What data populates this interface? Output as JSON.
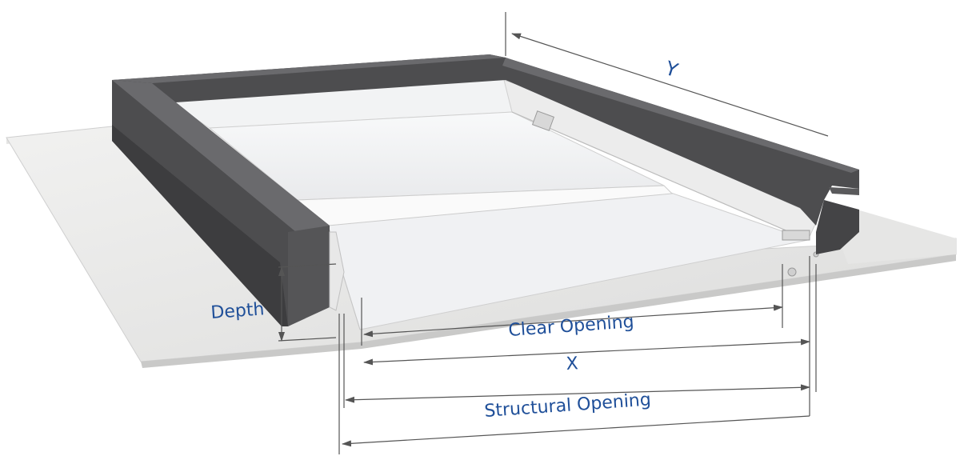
{
  "colors": {
    "frame": "#4d4d4f",
    "frame_light": "#6a6a6d",
    "frame_dark": "#39393b",
    "slab": "#e9e9e8",
    "panel": "#f5f6f7",
    "dimension_text": "#1f4f99",
    "dimension_line": "#555555"
  },
  "labels": {
    "y": "Y",
    "depth": "Depth",
    "clear_opening": "Clear Opening",
    "x": "X",
    "structural_opening": "Structural Opening"
  }
}
